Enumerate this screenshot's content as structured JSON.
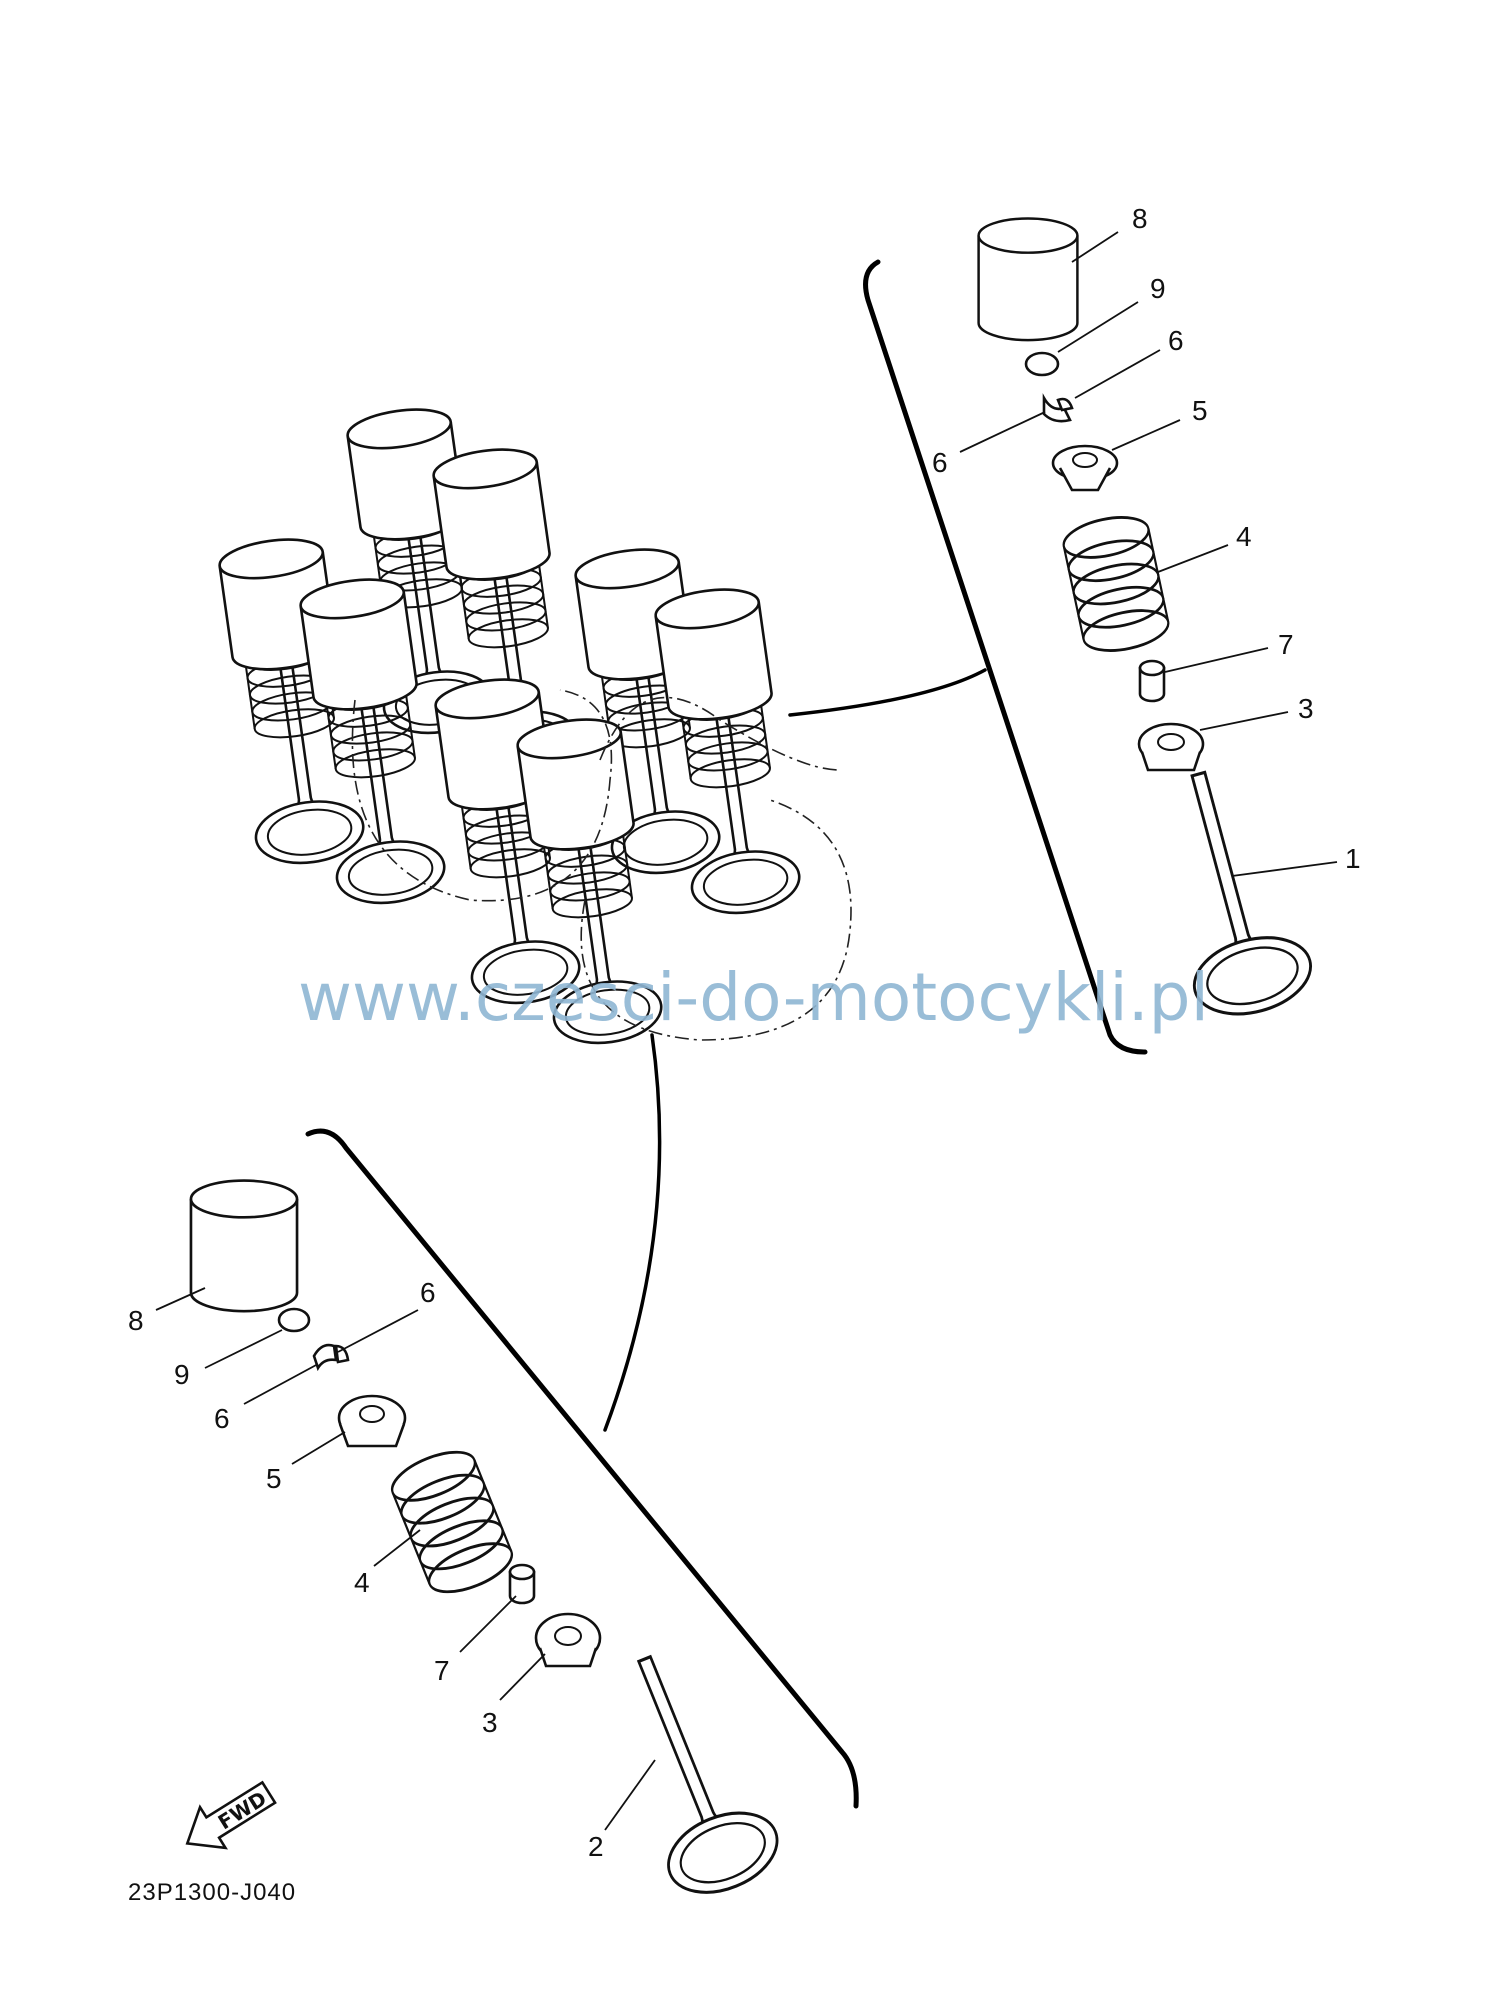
{
  "diagram": {
    "part_code": "23P1300-J040",
    "fwd_label": "FWD",
    "watermark": "www.czesci-do-motocykli.pl",
    "callouts_upper": [
      {
        "id": "u8",
        "text": "8"
      },
      {
        "id": "u9",
        "text": "9"
      },
      {
        "id": "u6a",
        "text": "6"
      },
      {
        "id": "u6b",
        "text": "6"
      },
      {
        "id": "u5",
        "text": "5"
      },
      {
        "id": "u4",
        "text": "4"
      },
      {
        "id": "u7",
        "text": "7"
      },
      {
        "id": "u3",
        "text": "3"
      },
      {
        "id": "u1",
        "text": "1"
      }
    ],
    "callouts_lower": [
      {
        "id": "l8",
        "text": "8"
      },
      {
        "id": "l6a",
        "text": "6"
      },
      {
        "id": "l9",
        "text": "9"
      },
      {
        "id": "l6b",
        "text": "6"
      },
      {
        "id": "l5",
        "text": "5"
      },
      {
        "id": "l4",
        "text": "4"
      },
      {
        "id": "l7",
        "text": "7"
      },
      {
        "id": "l3",
        "text": "3"
      },
      {
        "id": "l2",
        "text": "2"
      }
    ]
  }
}
